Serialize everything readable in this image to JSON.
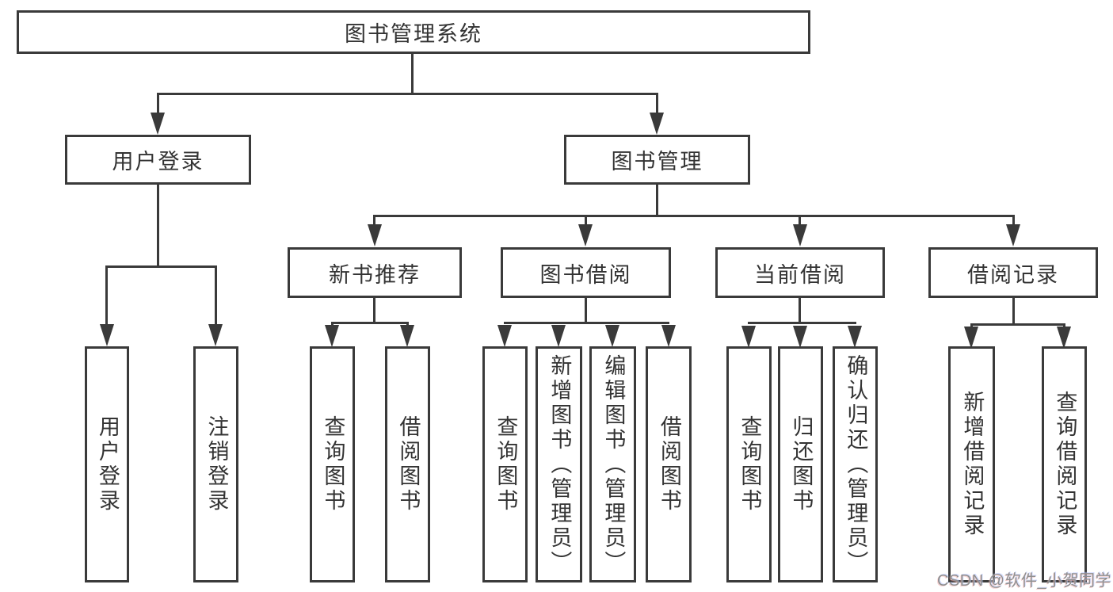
{
  "diagram": {
    "root": {
      "label": "图书管理系统"
    },
    "branches": [
      {
        "label": "用户登录",
        "children": [
          {
            "label": "用户登录"
          },
          {
            "label": "注销登录"
          }
        ]
      },
      {
        "label": "图书管理",
        "children": [
          {
            "label": "新书推荐",
            "children": [
              {
                "label": "查询图书"
              },
              {
                "label": "借阅图书"
              }
            ]
          },
          {
            "label": "图书借阅",
            "children": [
              {
                "label": "查询图书"
              },
              {
                "label": "新增图书（管理员）"
              },
              {
                "label": "编辑图书（管理员）"
              },
              {
                "label": "借阅图书"
              }
            ]
          },
          {
            "label": "当前借阅",
            "children": [
              {
                "label": "查询图书"
              },
              {
                "label": "归还图书"
              },
              {
                "label": "确认归还（管理员）"
              }
            ]
          },
          {
            "label": "借阅记录",
            "children": [
              {
                "label": "新增借阅记录"
              },
              {
                "label": "查询借阅记录"
              }
            ]
          }
        ]
      }
    ],
    "colors": {
      "line": "#3a3a3a",
      "text": "#333333",
      "canvas": "#ffffff",
      "watermark": "#8f8f8f"
    }
  },
  "watermark": {
    "text": "CSDN @软件_小贺同学"
  }
}
